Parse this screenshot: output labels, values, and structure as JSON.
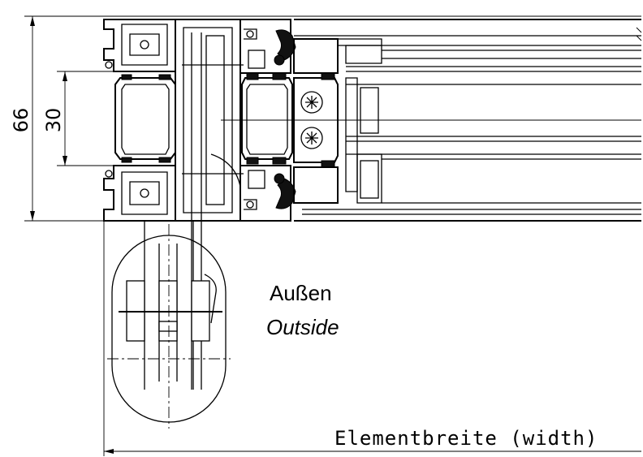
{
  "dimensions": {
    "overall_height": "66",
    "glass_rebate": "30"
  },
  "labels": {
    "outside_de": "Außen",
    "outside_en": "Outside",
    "element_width": "Elementbreite (width)"
  },
  "colors": {
    "line": "#000000",
    "background": "#ffffff",
    "seal": "#111111"
  }
}
